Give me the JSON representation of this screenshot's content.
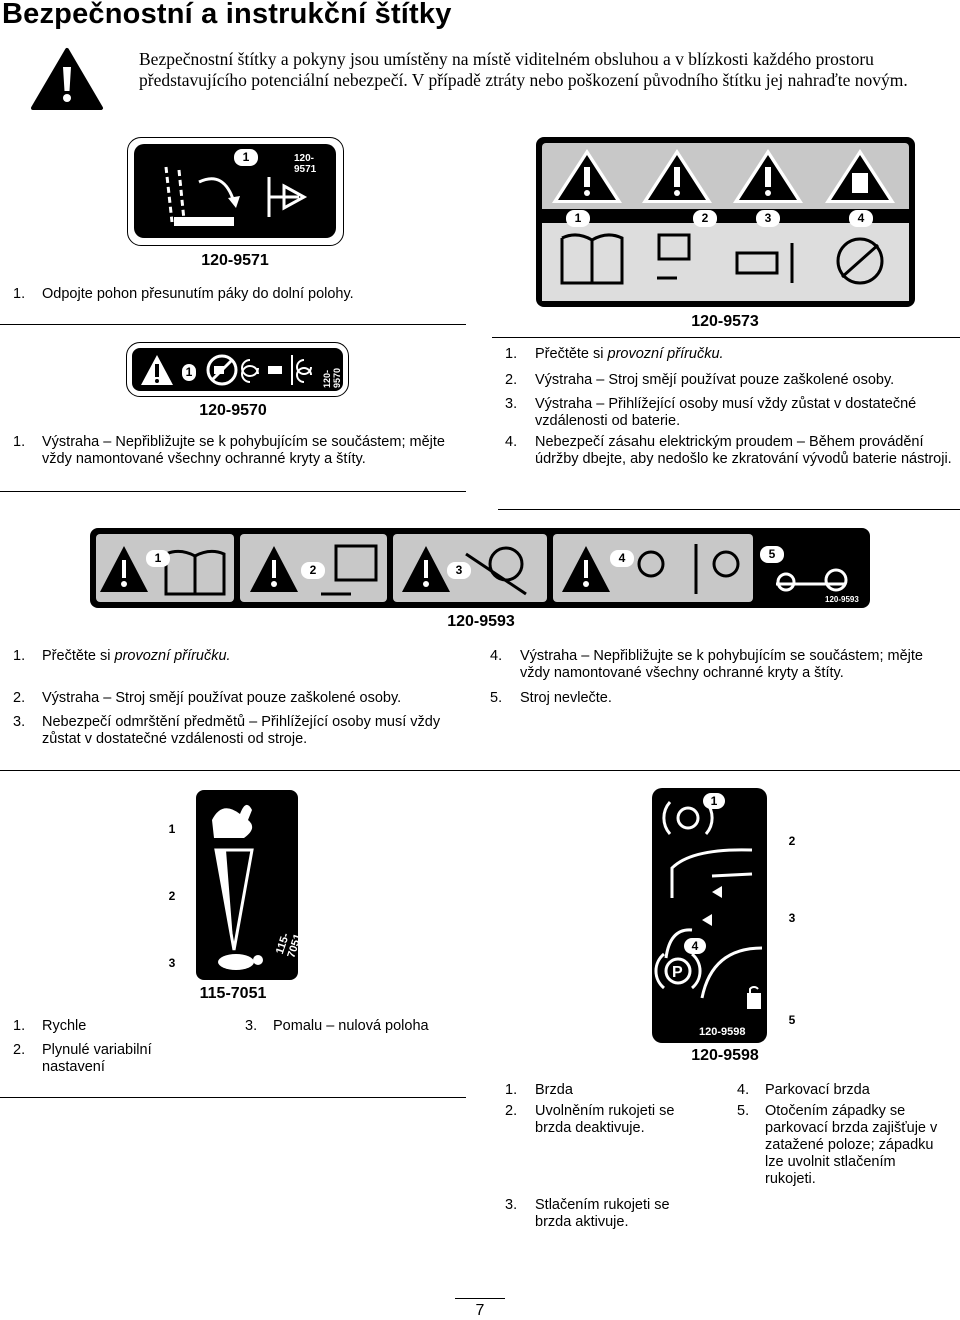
{
  "title": "Bezpečnostní a instrukční štítky",
  "intro": "Bezpečnostní štítky a pokyny jsou umístěny na místě viditelném obsluhou a v blízkosti každého prostoru představujícího potenciální nebezpečí. V případě ztráty nebo poškození původního štítku jej nahraďte novým.",
  "decal_9571": {
    "code": "120-9571",
    "badge": "1",
    "caption": "120-9571",
    "items": [
      {
        "n": "1.",
        "text": "Odpojte pohon přesunutím páky do dolní polohy."
      }
    ]
  },
  "decal_9570": {
    "code": "120-9570",
    "badge": "1",
    "caption": "120-9570",
    "items": [
      {
        "n": "1.",
        "text": "Výstraha – Nepřibližujte se k pohybujícím se součástem; mějte vždy namontované všechny ochranné kryty a štíty."
      }
    ]
  },
  "decal_9573": {
    "badges": [
      "1",
      "2",
      "3",
      "4"
    ],
    "caption": "120-9573",
    "items": [
      {
        "n": "1.",
        "text_a": "Přečtěte si ",
        "text_b": "provozní příručku."
      },
      {
        "n": "2.",
        "text": "Výstraha – Stroj smějí používat pouze zaškolené osoby."
      },
      {
        "n": "3.",
        "text": "Výstraha – Přihlížející osoby musí vždy zůstat v dostatečné vzdálenosti od baterie."
      },
      {
        "n": "4.",
        "text": "Nebezpečí zásahu elektrickým proudem – Během provádění údržby dbejte, aby nedošlo ke zkratování vývodů baterie nástroji."
      }
    ]
  },
  "decal_9593": {
    "code": "120-9593",
    "badges": [
      "1",
      "2",
      "3",
      "4",
      "5"
    ],
    "caption": "120-9593",
    "items_left": [
      {
        "n": "1.",
        "text_a": "Přečtěte si ",
        "text_b": "provozní příručku."
      },
      {
        "n": "2.",
        "text": "Výstraha – Stroj smějí používat pouze zaškolené osoby."
      },
      {
        "n": "3.",
        "text": "Nebezpečí odmrštění předmětů – Přihlížející osoby musí vždy zůstat v dostatečné vzdálenosti od stroje."
      }
    ],
    "items_right": [
      {
        "n": "4.",
        "text": "Výstraha – Nepřibližujte se k pohybujícím se součástem; mějte vždy namontované všechny ochranné kryty a štíty."
      },
      {
        "n": "5.",
        "text": "Stroj nevlečte."
      }
    ]
  },
  "decal_7051": {
    "code": "115-7051",
    "badges": [
      "1",
      "2",
      "3"
    ],
    "caption": "115-7051",
    "items": [
      {
        "n": "1.",
        "text": "Rychle"
      },
      {
        "n": "2.",
        "text": "Plynulé variabilní nastavení"
      },
      {
        "n": "3.",
        "text": "Pomalu – nulová poloha"
      }
    ]
  },
  "decal_9598": {
    "code": "120-9598",
    "badges": [
      "1",
      "2",
      "3",
      "4",
      "5"
    ],
    "caption": "120-9598",
    "items": [
      {
        "n": "1.",
        "text": "Brzda"
      },
      {
        "n": "2.",
        "text": "Uvolněním rukojeti se brzda deaktivuje."
      },
      {
        "n": "3.",
        "text": "Stlačením rukojeti se brzda aktivuje."
      },
      {
        "n": "4.",
        "text": "Parkovací brzda"
      },
      {
        "n": "5.",
        "text": "Otočením západky se parkovací brzda zajišťuje v zatažené poloze; západku lze uvolnit stlačením rukojeti."
      }
    ]
  },
  "page_number": "7"
}
